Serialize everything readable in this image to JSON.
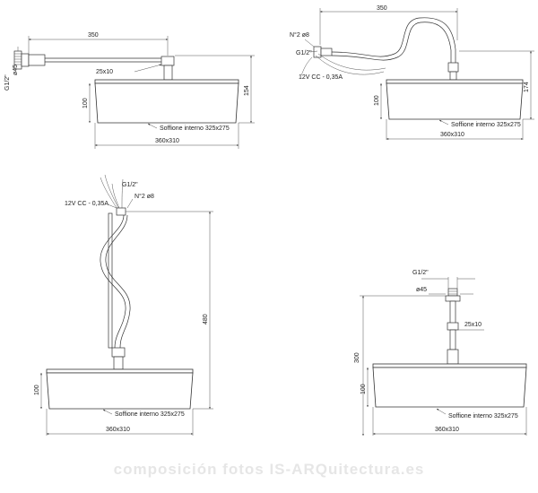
{
  "views": {
    "top_left": {
      "dim_length": "350",
      "dim_bar": "25x10",
      "dim_thread": "G1/2\"",
      "dim_diam": "ø45",
      "dim_head_h": "100",
      "dim_total_h": "154",
      "inner_label": "Soffione interno 325x275",
      "dim_head_w": "360x310"
    },
    "top_right": {
      "dim_length": "350",
      "label_count": "N°2 ø8",
      "dim_thread": "G1/2\"",
      "label_power": "12V CC - 0,35A",
      "dim_head_h": "100",
      "dim_total_h": "174",
      "inner_label": "Soffione interno 325x275",
      "dim_head_w": "360x310"
    },
    "bottom_left": {
      "dim_thread": "G1/2\"",
      "label_power": "12V CC - 0,35A",
      "label_count": "N°2 ø8",
      "dim_total_h": "480",
      "dim_head_h": "100",
      "inner_label": "Soffione interno 325x275",
      "dim_head_w": "360x310"
    },
    "bottom_right": {
      "dim_thread": "G1/2\"",
      "dim_diam": "ø45",
      "dim_bar": "25x10",
      "dim_total_h": "300",
      "dim_head_h": "100",
      "inner_label": "Soffione interno 325x275",
      "dim_head_w": "360x310"
    }
  },
  "watermark": "composición fotos    IS-ARQuitectura.es"
}
